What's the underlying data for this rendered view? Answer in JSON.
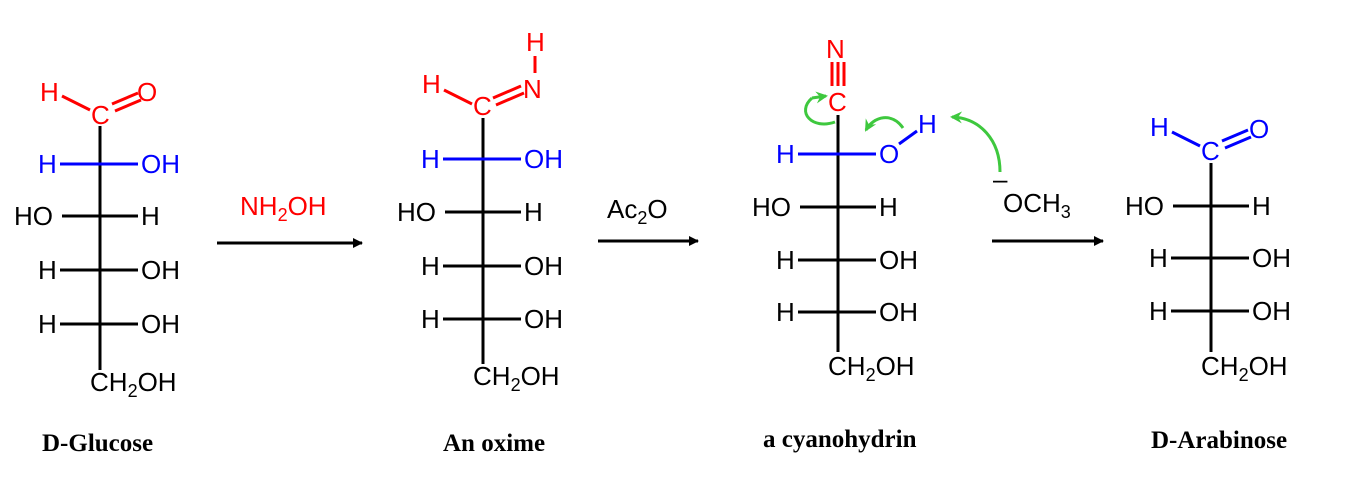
{
  "colors": {
    "red": "#ff0000",
    "blue": "#0000ff",
    "green": "#3ec83e",
    "black": "#000000"
  },
  "atoms": {
    "H": "H",
    "C": "C",
    "O": "O",
    "N": "N",
    "OH": "OH",
    "HO": "HO",
    "CH": "CH",
    "two": "2",
    "three": "3",
    "minus": "–"
  },
  "reagents": {
    "step1_main": "NH",
    "step1_sub": "2",
    "step1_tail": "OH",
    "step2_main": "Ac",
    "step2_sub": "2",
    "step2_tail": "O",
    "step3_charge": "–",
    "step3_main": "OCH",
    "step3_sub": "3"
  },
  "compounds": [
    {
      "name": "D-Glucose"
    },
    {
      "name": "An oxime"
    },
    {
      "name": "a cyanohydrin"
    },
    {
      "name": "D-Arabinose"
    }
  ]
}
